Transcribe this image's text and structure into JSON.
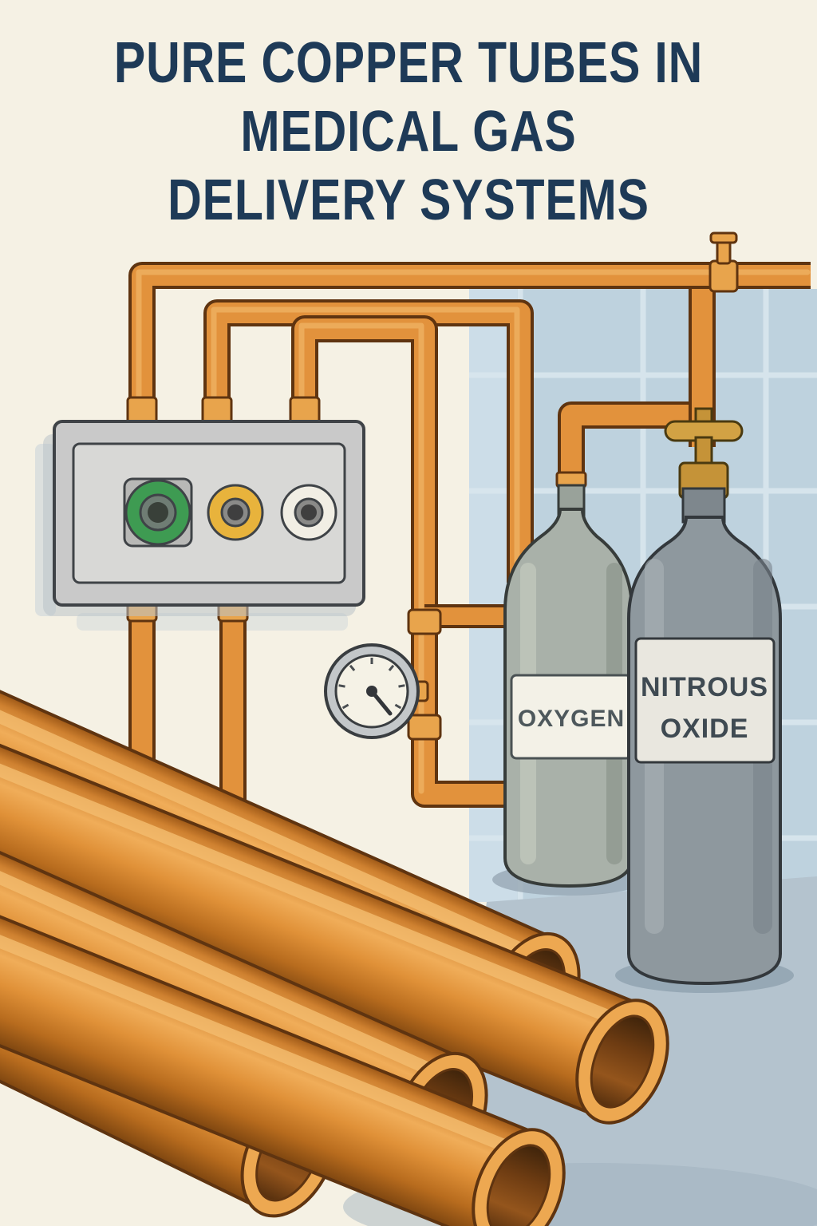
{
  "title": {
    "line1": "PURE COPPER TUBES IN",
    "line2": "MEDICAL GAS",
    "line3": "DELIVERY SYSTEMS"
  },
  "labels": {
    "oxygen": "OXYGEN",
    "nitrous_line1": "NITROUS",
    "nitrous_line2": "OXIDE"
  },
  "colors": {
    "background": "#f5f1e4",
    "title_text": "#1e3a57",
    "copper": "#e2923c",
    "copper_outline": "#5f3410",
    "copper_highlight": "#f3bc6e",
    "tile_wall": "#bed2de",
    "tile_grout": "#d9e6ee",
    "floor": "#b4c3ce",
    "panel_gray": "#c9c9c9",
    "outlet_green": "#3e9b52",
    "outlet_yellow": "#e8b33c",
    "outlet_white": "#f1eee4",
    "oxygen_cylinder": "#a9b1a9",
    "nitrous_cylinder": "#8e989e",
    "brass_valve": "#c59338",
    "gauge_face": "#f5f2e6"
  }
}
